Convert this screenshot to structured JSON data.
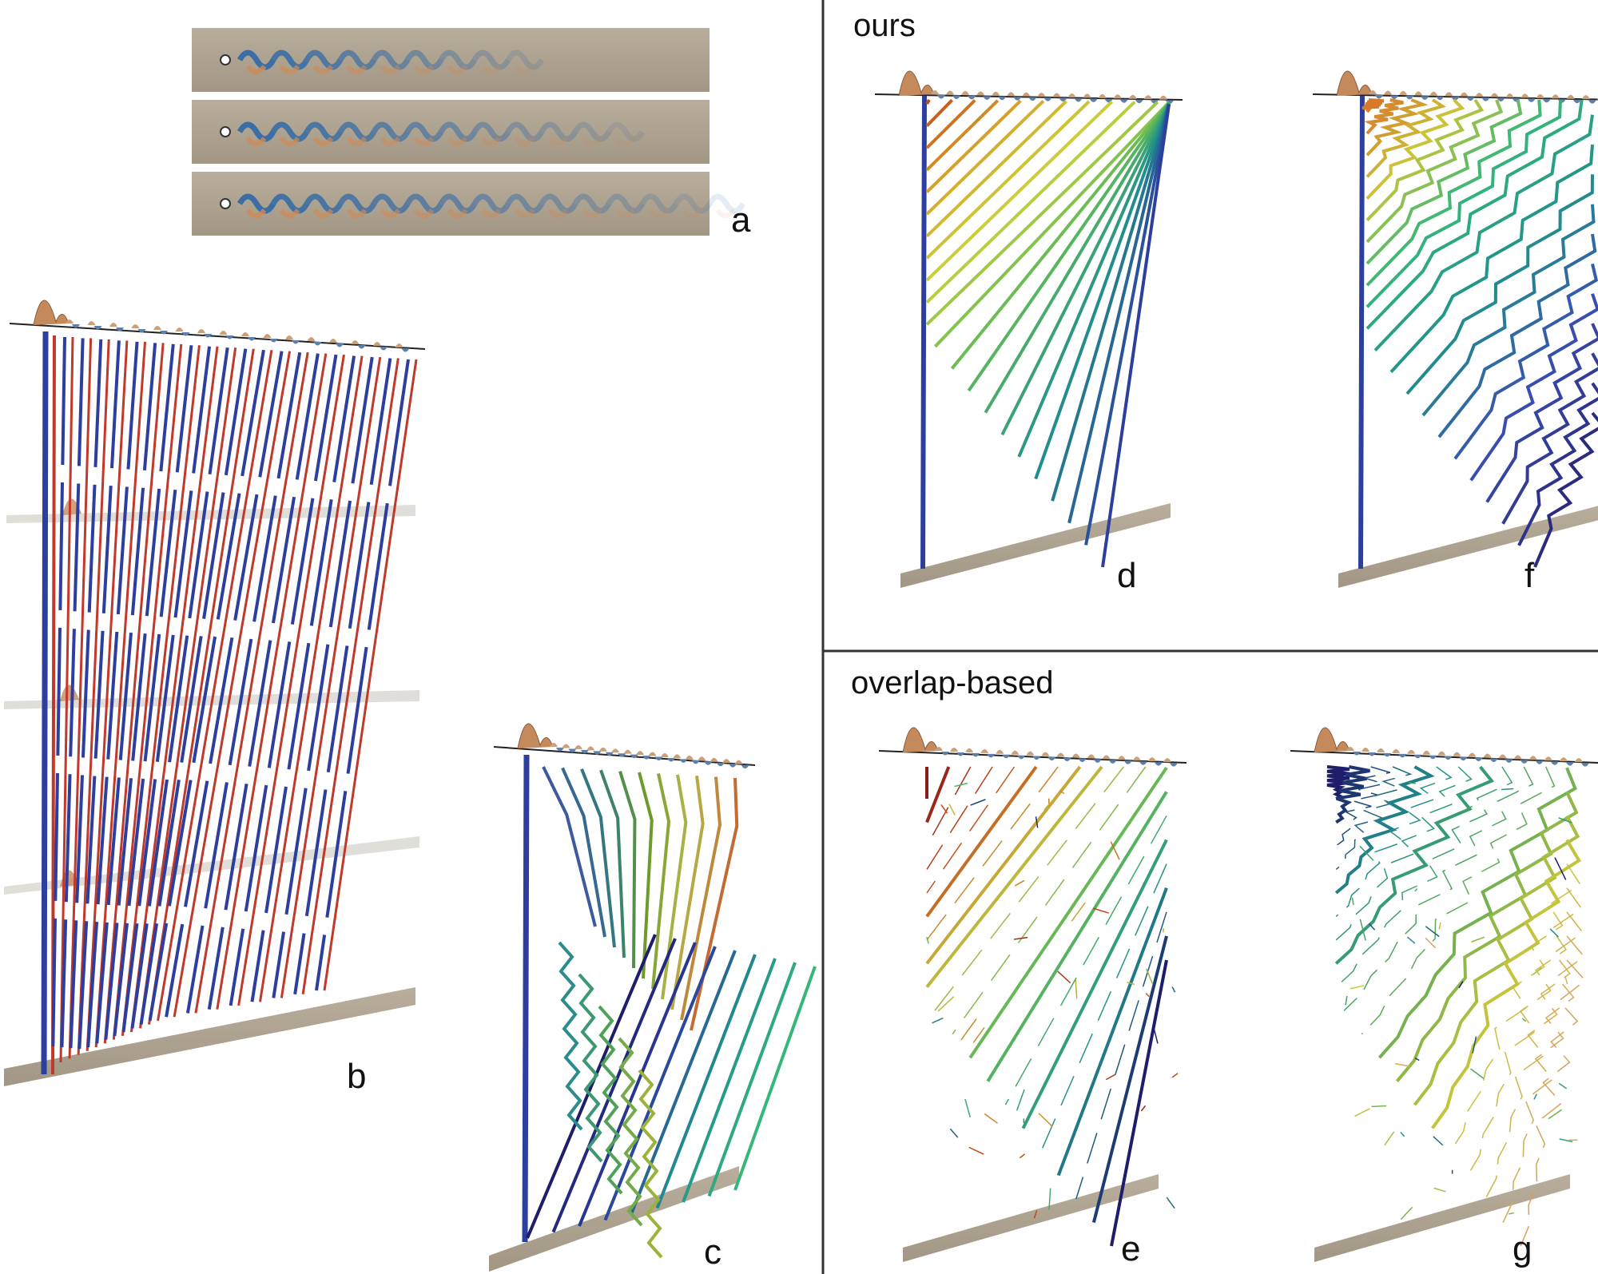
{
  "section_titles": {
    "ours": "ours",
    "overlap": "overlap-based"
  },
  "panel_labels": {
    "a": "a",
    "b": "b",
    "c": "c",
    "d": "d",
    "e": "e",
    "f": "f",
    "g": "g"
  },
  "colors": {
    "background": "#ffffff",
    "divider": "#333333",
    "plane": "#a89a88",
    "strip": "#b0a696",
    "wake_blue": "#3a6ea5",
    "wake_orange": "#d08a56",
    "track_red": "#c0392b",
    "track_blue": "#2c3e9e",
    "viridis": [
      "#3b0f70",
      "#31688e",
      "#21918c",
      "#35b779",
      "#90d743",
      "#fde725"
    ],
    "warm": [
      "#8b1a1a",
      "#c44d1a",
      "#e08a2a",
      "#d8c43a",
      "#9cbf3a"
    ]
  }
}
